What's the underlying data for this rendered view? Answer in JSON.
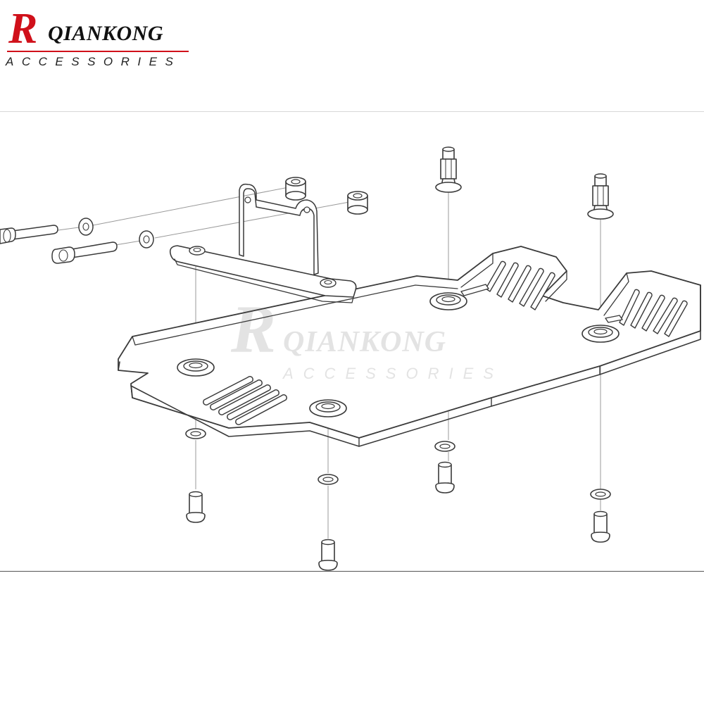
{
  "brand": {
    "initial": "R",
    "name": "QIANKONG",
    "tagline": "ACCESSORIES",
    "initial_color": "#d0101a",
    "name_color": "#111111",
    "rule_color": "#d0101a",
    "tagline_color": "#222222"
  },
  "watermark": {
    "initial": "R",
    "name": "QIANKONG",
    "tagline": "ACCESSORIES"
  },
  "diagram": {
    "line_color": "#3a3a3a",
    "leader_color": "#9a9a9a",
    "icons": [
      "skid-plate-icon",
      "mounting-bracket-icon",
      "bolt-icon",
      "washer-icon",
      "spacer-icon",
      "threaded-standoff-icon",
      "rivet-pin-icon"
    ]
  }
}
